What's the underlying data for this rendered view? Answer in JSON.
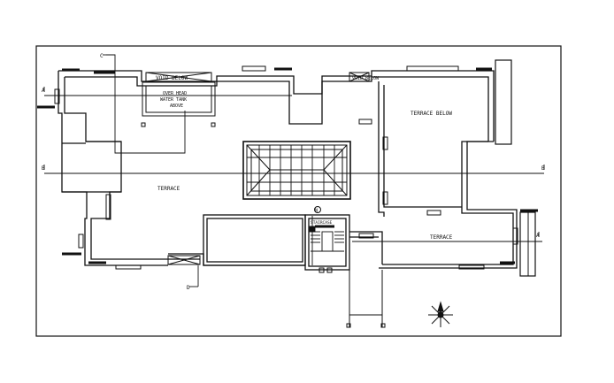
{
  "labels": {
    "void_below": "VOID BELOW",
    "oh_tank_1": "OVER HEAD",
    "oh_tank_2": "WATER TANK",
    "oh_tank_3": "ABOVE",
    "terrace_below": "TERRACE BELOW",
    "terrace_left": "TERRACE",
    "terrace_right": "TERRACE",
    "staircase": "STAIRCASE",
    "section_a": "A",
    "section_b": "B",
    "section_c": "C",
    "section_d": "D",
    "compass_n": "N"
  },
  "colors": {
    "line": "#111111",
    "background": "#ffffff"
  }
}
